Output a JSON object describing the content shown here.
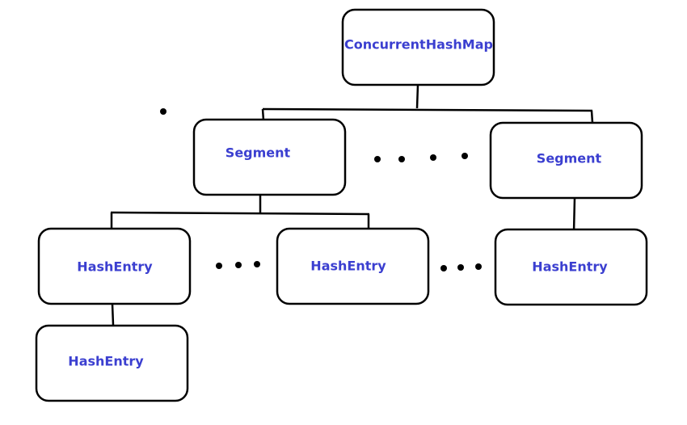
{
  "colors": {
    "label": "#3b3fd0",
    "stroke": "#000000",
    "background": "#ffffff"
  },
  "diagram": {
    "root": {
      "label": "ConcurrentHashMap"
    },
    "segment_left": {
      "label": "Segment"
    },
    "segment_right": {
      "label": "Segment"
    },
    "entry_1": {
      "label": "HashEntry"
    },
    "entry_2": {
      "label": "HashEntry"
    },
    "entry_3": {
      "label": "HashEntry"
    },
    "entry_chain": {
      "label": "HashEntry"
    }
  }
}
